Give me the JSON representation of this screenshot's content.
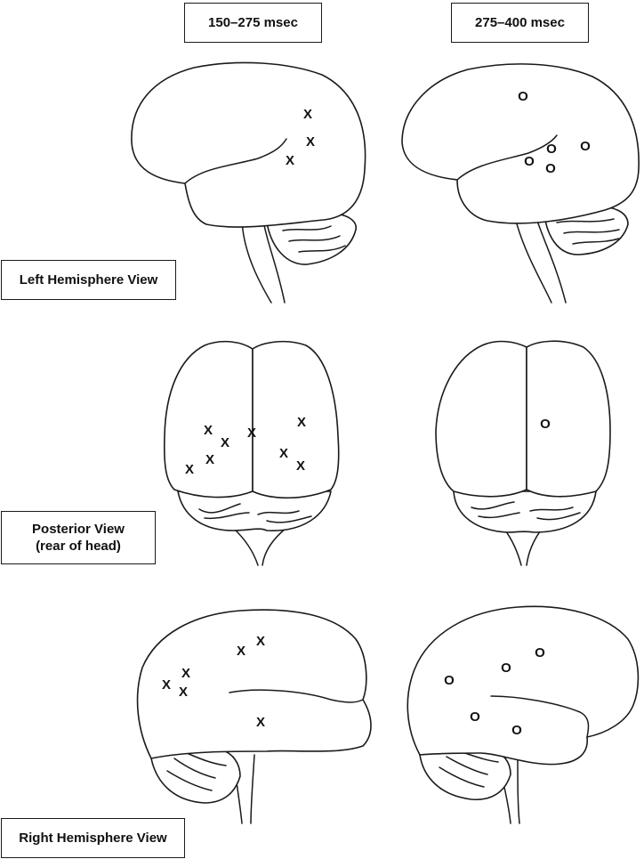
{
  "column_headers": [
    "150–275 msec",
    "275–400 msec"
  ],
  "row_labels": {
    "left": "Left Hemisphere View",
    "posterior_line1": "Posterior View",
    "posterior_line2": "(rear of head)",
    "right": "Right Hemisphere View"
  },
  "markers": {
    "early": "X",
    "late": "O"
  }
}
